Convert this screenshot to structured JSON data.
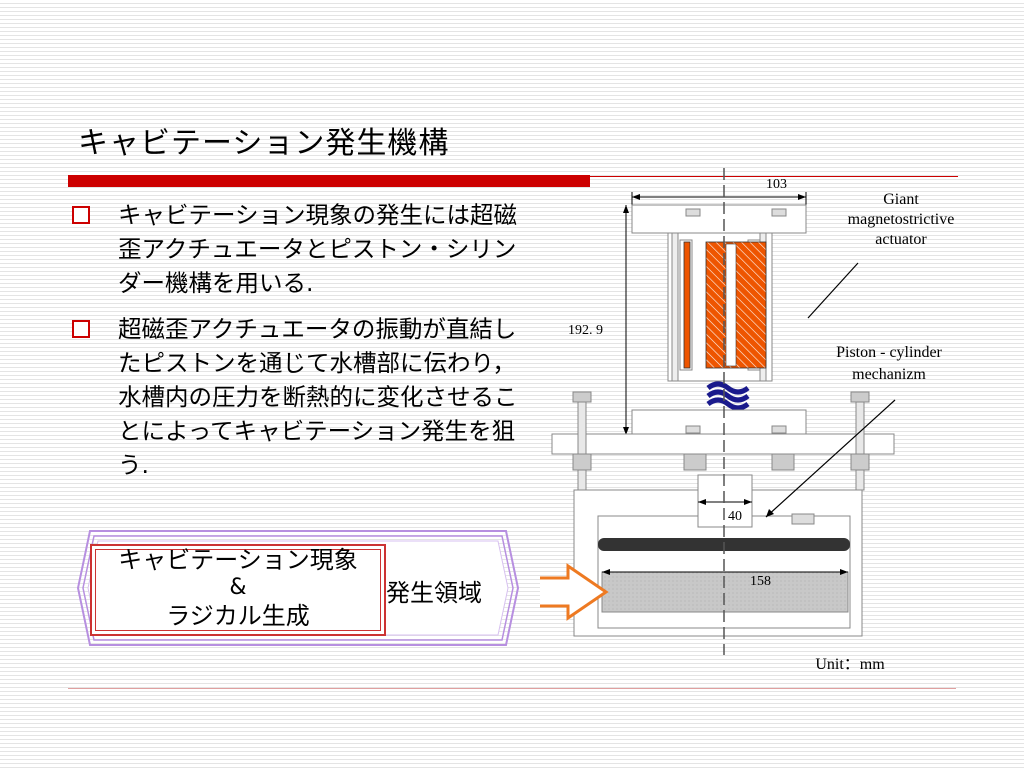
{
  "slide": {
    "title": "キャビテーション発生機構",
    "bullets": [
      "キャビテーション現象の発生には超磁歪アクチュエータとピストン・シリンダー機構を用いる.",
      "超磁歪アクチュエータの振動が直結したピストンを通じて水槽部に伝わり，水槽内の圧力を断熱的に変化させることによってキャビテーション発生を狙う."
    ],
    "highlight": {
      "line1": "キャビテーション現象",
      "line2": "&",
      "line3": "ラジカル生成",
      "region_label": "発生領域"
    }
  },
  "diagram": {
    "labels": {
      "actuator": [
        "Giant",
        "magnetostrictive",
        "actuator"
      ],
      "piston": [
        "Piston - cylinder",
        "mechanizm"
      ],
      "unit": "Unit：mm"
    },
    "dimensions": {
      "top_width": "103",
      "height": "192. 9",
      "piston": "40",
      "tank": "158"
    },
    "colors": {
      "accent_red": "#cc0000",
      "coil_orange": "#ee5500",
      "spring_blue": "#1a1a8c",
      "arrow_orange": "#ee7a22",
      "frame_purple": "#b78fe0"
    }
  }
}
